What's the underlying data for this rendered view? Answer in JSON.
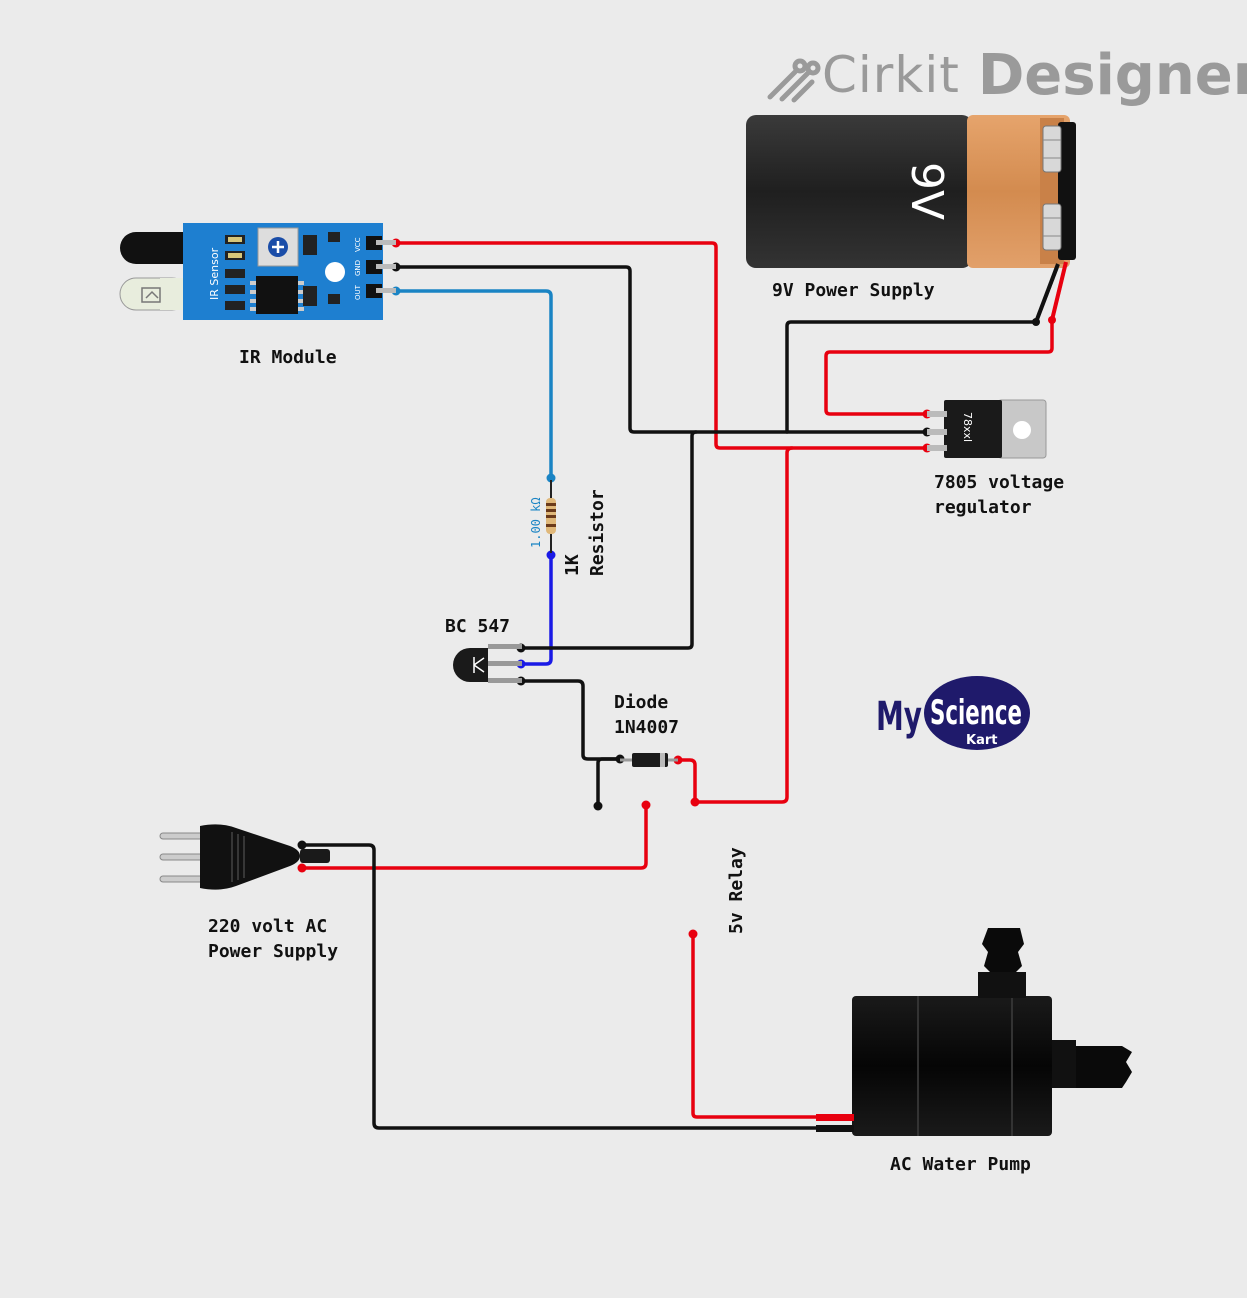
{
  "brand": {
    "word1": "Cirkit",
    "word2": "Designer"
  },
  "logo": {
    "my": "My",
    "science": "Science",
    "kart": "Kart"
  },
  "components": {
    "battery": {
      "label": "9V Power Supply",
      "marking": "9V"
    },
    "ir_module": {
      "label": "IR Module",
      "board_text": "IR Sensor",
      "pins": [
        "VCC",
        "GND",
        "OUT"
      ]
    },
    "regulator": {
      "label": "7805 voltage\nregulator",
      "marking": "78xxl"
    },
    "resistor": {
      "label": "1K\nResistor",
      "value": "1.00 kΩ"
    },
    "transistor": {
      "label": "BC 547"
    },
    "diode": {
      "label": "Diode\n1N4007"
    },
    "relay": {
      "label": "5v Relay"
    },
    "ac_plug": {
      "label": "220 volt AC\nPower Supply"
    },
    "pump": {
      "label": "AC Water Pump"
    }
  },
  "colors": {
    "background": "#ebebeb",
    "wire_red": "#e8000f",
    "wire_black": "#111111",
    "wire_blue": "#1a84c4",
    "wire_dark_blue": "#1a1ae6",
    "pcb_blue": "#1e7fd0",
    "battery_copper": "#d9935b",
    "battery_black": "#2a2a2a",
    "logo_navy": "#1f1a6b"
  }
}
